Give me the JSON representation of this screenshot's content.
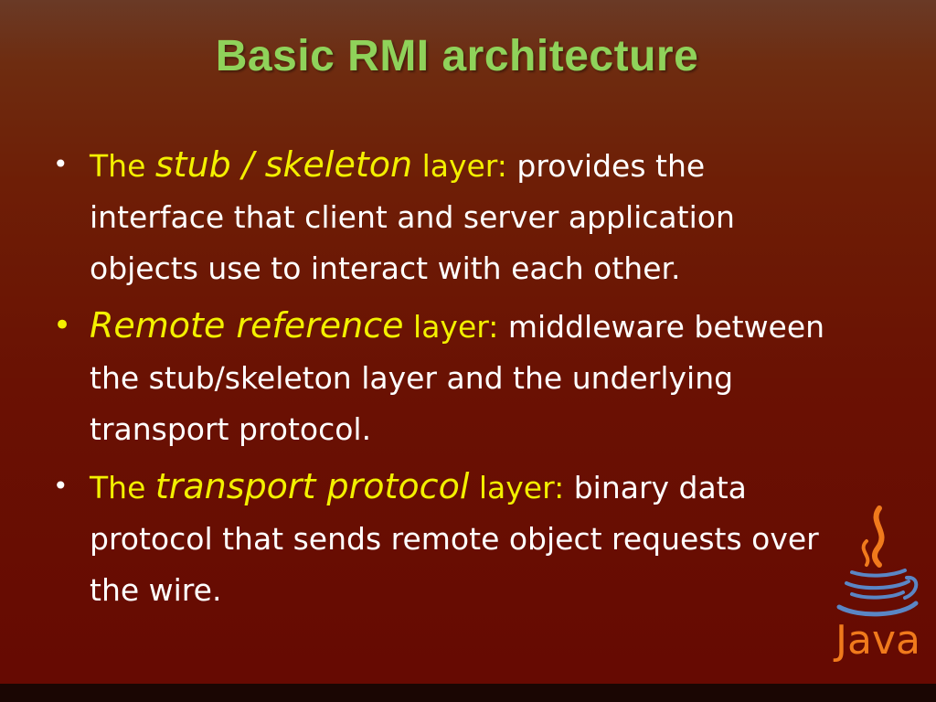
{
  "slide": {
    "title": "Basic RMI architecture",
    "bullets": [
      {
        "prefix": "The ",
        "term": "stub / skeleton",
        "layer": " layer:",
        "text": " provides the interface that client and server application objects use to interact with each other."
      },
      {
        "prefix": "",
        "term": "Remote reference",
        "layer": " layer:",
        "text": " middleware between the stub/skeleton layer and the underlying transport protocol."
      },
      {
        "prefix": "The ",
        "term": "transport protocol",
        "layer": " layer:",
        "text": " binary data protocol that sends remote object requests over the wire."
      }
    ],
    "logo_text": "Java"
  },
  "colors": {
    "title": "#8fd25a",
    "highlight": "#f3f000",
    "body_text": "#ffffff",
    "logo": "#f07a1c",
    "logo_cup": "#5a86c5"
  },
  "icons": {
    "bullet": "bullet-dot-icon",
    "logo": "java-coffee-cup-icon"
  }
}
